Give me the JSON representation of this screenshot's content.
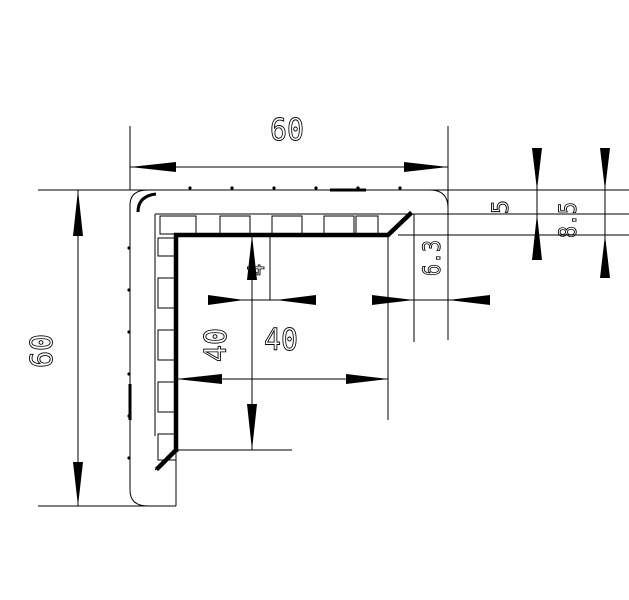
{
  "drawing": {
    "dimensions": {
      "overall_width": "60",
      "overall_height": "60",
      "inner_leg_horizontal": "40",
      "inner_leg_vertical": "40",
      "wall_thickness": "4",
      "offset_right": "6.3",
      "lip_small": "5",
      "lip_total": "8.5"
    },
    "colors": {
      "line": "#000000",
      "background": "#ffffff"
    }
  }
}
